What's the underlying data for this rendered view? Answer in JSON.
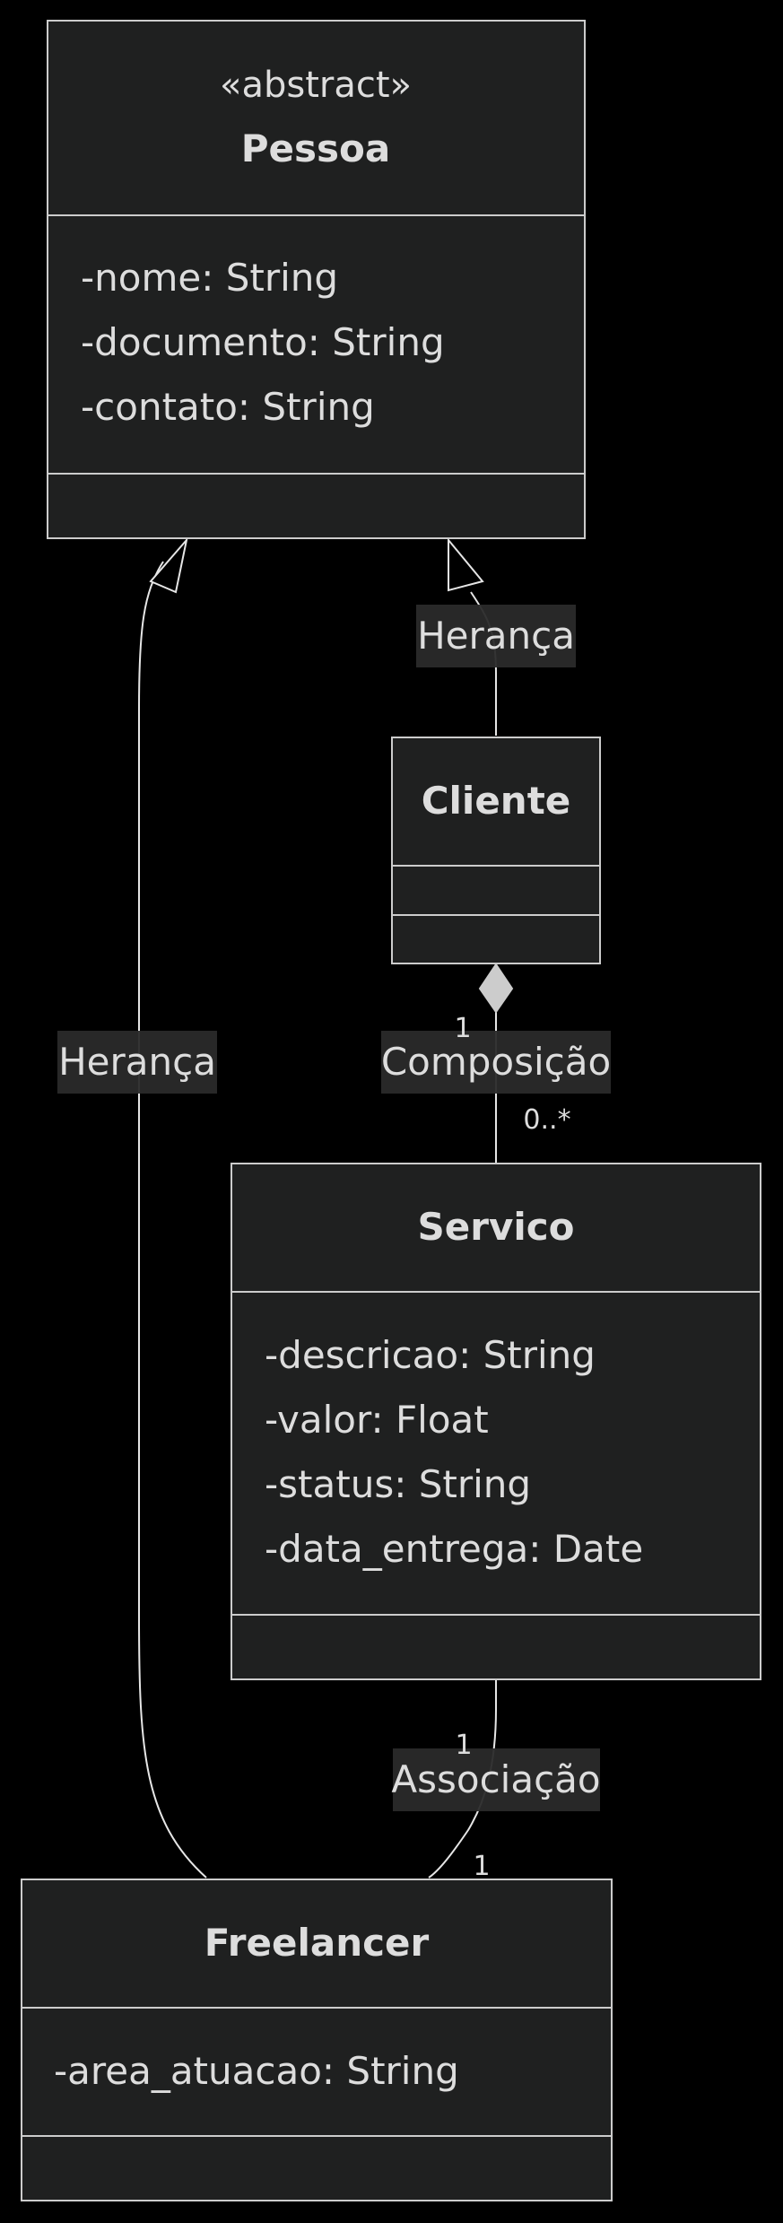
{
  "classes": {
    "pessoa": {
      "stereotype": "«abstract»",
      "name": "Pessoa",
      "attributes": [
        "-nome: String",
        "-documento: String",
        "-contato: String"
      ]
    },
    "cliente": {
      "name": "Cliente"
    },
    "servico": {
      "name": "Servico",
      "attributes": [
        "-descricao: String",
        "-valor: Float",
        "-status: String",
        "-data_entrega: Date"
      ]
    },
    "freelancer": {
      "name": "Freelancer",
      "attributes": [
        "-area_atuacao: String"
      ]
    }
  },
  "relations": {
    "cliente_heranca": "Herança",
    "freelancer_heranca": "Herança",
    "composicao": {
      "label": "Composição",
      "source_multiplicity": "1",
      "target_multiplicity": "0..*"
    },
    "associacao": {
      "label": "Associação",
      "source_multiplicity": "1",
      "target_multiplicity": "1"
    }
  }
}
